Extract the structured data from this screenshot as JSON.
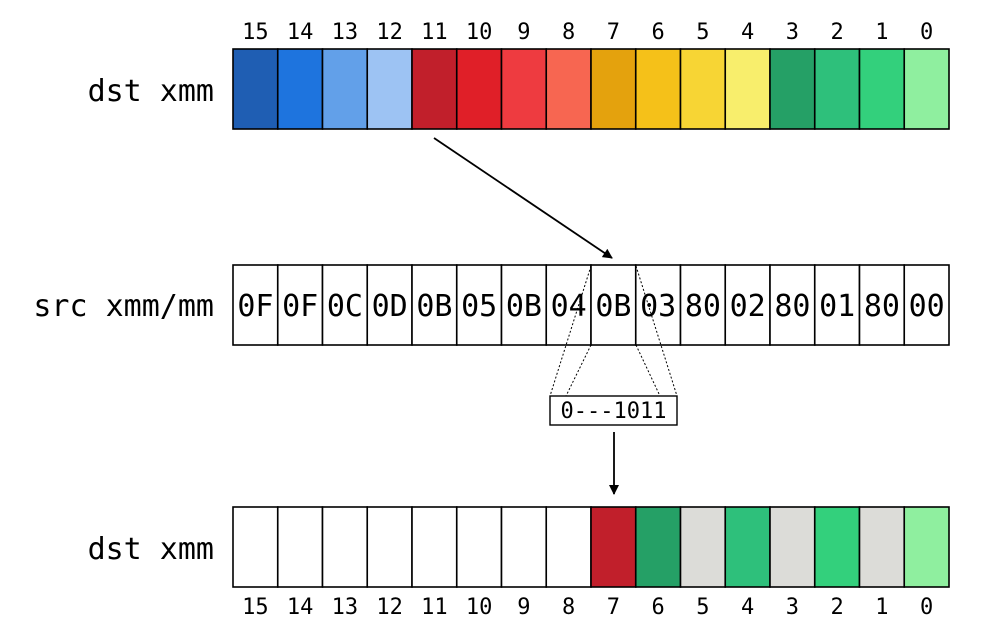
{
  "rows": {
    "top_label": "dst xmm",
    "mid_label": "src xmm/mm",
    "bottom_label": "dst xmm"
  },
  "indices": [
    "15",
    "14",
    "13",
    "12",
    "11",
    "10",
    "9",
    "8",
    "7",
    "6",
    "5",
    "4",
    "3",
    "2",
    "1",
    "0"
  ],
  "top_colors": [
    "#1f5eb3",
    "#1e74de",
    "#62a0e9",
    "#9dc3f3",
    "#c11f2b",
    "#e01f28",
    "#ee3b40",
    "#f76651",
    "#e4a20d",
    "#f5c119",
    "#f7d534",
    "#f8ee6c",
    "#25a066",
    "#2ec07b",
    "#33d07c",
    "#8fef9f"
  ],
  "src_bytes": [
    "0F",
    "0F",
    "0C",
    "0D",
    "0B",
    "05",
    "0B",
    "04",
    "0B",
    "03",
    "80",
    "02",
    "80",
    "01",
    "80",
    "00"
  ],
  "bottom_colors": [
    "#ffffff",
    "#ffffff",
    "#ffffff",
    "#ffffff",
    "#ffffff",
    "#ffffff",
    "#ffffff",
    "#ffffff",
    "#c11f2b",
    "#25a066",
    "#dcdcd8",
    "#2ec07b",
    "#dcdcd8",
    "#33d07c",
    "#dcdcd8",
    "#8fef9f"
  ],
  "selector_bits": "0---1011"
}
